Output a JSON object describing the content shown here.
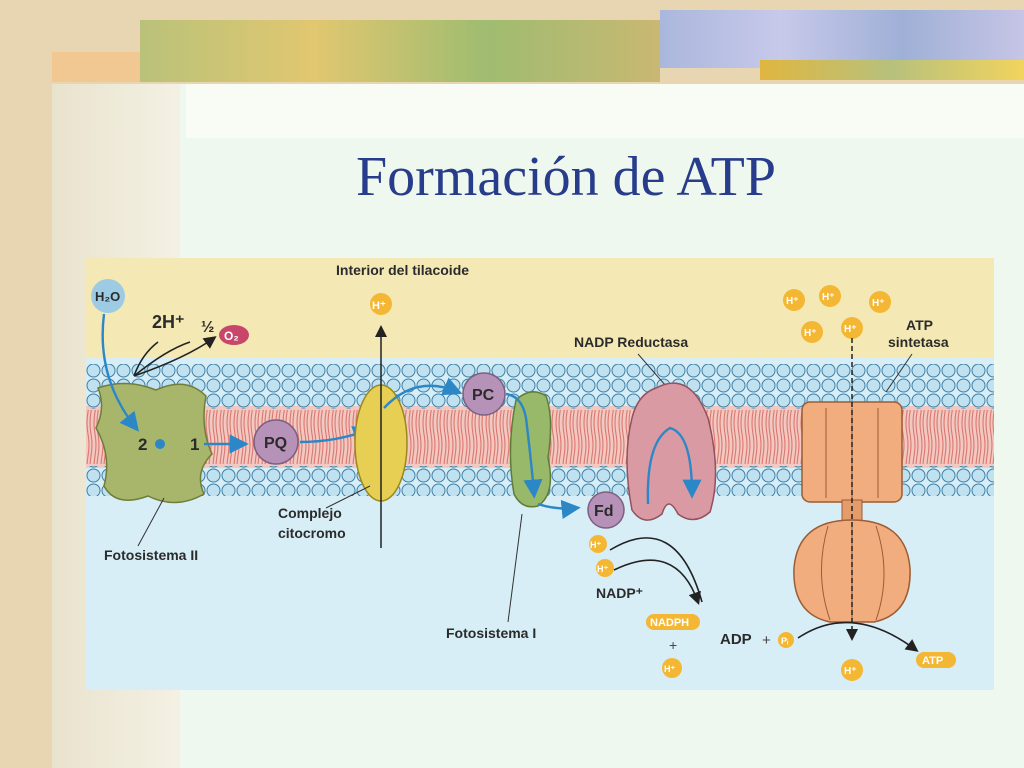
{
  "title": "Formación de ATP",
  "diagram": {
    "interior": "Interior del tilacoide",
    "h2o": "H₂O",
    "two_h": "2H⁺",
    "half": "½",
    "o2": "O₂",
    "pq": "PQ",
    "pc": "PC",
    "fd": "Fd",
    "two": "2",
    "one": "1",
    "nadp_reductasa": "NADP Reductasa",
    "atp_sintetasa_1": "ATP",
    "atp_sintetasa_2": "sintetasa",
    "complejo_1": "Complejo",
    "complejo_2": "citocromo",
    "fotosistema_2": "Fotosistema II",
    "fotosistema_1": "Fotosistema I",
    "h_plus": "H⁺",
    "nadp_plus": "NADP⁺",
    "nadph": "NADPH",
    "adp": "ADP",
    "plus": "+",
    "pi": "Pᵢ",
    "atp": "ATP"
  },
  "colors": {
    "title": "#283c8c",
    "stroma": "#d7eef7",
    "lumen": "#f4e9b4",
    "membrane_core": "#f3c8c1",
    "lipid_head": "#bfe1f0",
    "photosystem_2": "#a7b66b",
    "cytochrome": "#e7cf53",
    "photosystem_1": "#98b86a",
    "nadp_reductase": "#d99aa3",
    "atp_synthase": "#f1ad7d",
    "carrier": "#b691b8",
    "proton": "#f3b733",
    "arrow_blue": "#2c87c7"
  }
}
